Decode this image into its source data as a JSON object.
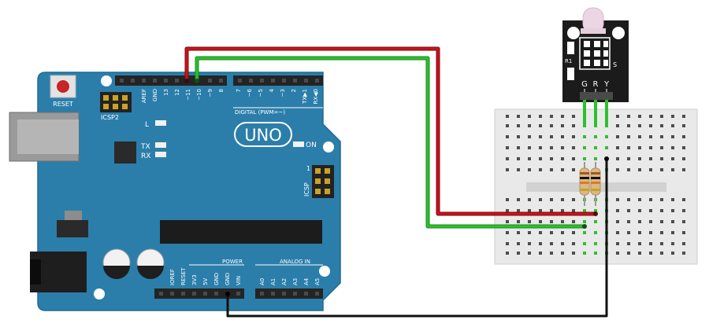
{
  "board": {
    "reset_label": "RESET",
    "icsp2_label": "ICSP2",
    "l_label": "L",
    "tx_label": "TX",
    "rx_label": "RX",
    "logo": "UNO",
    "on_label": "ON",
    "icsp_label": "ICSP",
    "icsp_pin1": "1",
    "digital_header": "DIGITAL (PWM=~)",
    "power_header": "POWER",
    "analog_header": "ANALOG IN",
    "digital_pins": [
      "AREF",
      "GND",
      "13",
      "12",
      "~11",
      "~10",
      "~9",
      "8",
      "7",
      "~6",
      "~5",
      "4",
      "~3",
      "2",
      "TX▶1",
      "RX◀0"
    ],
    "power_pins": [
      "IOREF",
      "RESET",
      "3V3",
      "5V",
      "GND",
      "GND",
      "VIN"
    ],
    "analog_pins": [
      "A0",
      "A1",
      "A2",
      "A3",
      "A4",
      "A5"
    ]
  },
  "module": {
    "pin_labels": [
      "G",
      "R",
      "Y"
    ],
    "side_s": "S",
    "side_r1": "R1"
  },
  "colors": {
    "board": "#2b7eaa",
    "wire_red": "#c8141c",
    "wire_green": "#2dc02d",
    "wire_black": "#111111",
    "breadboard": "#e9e9e9",
    "module": "#1b1b1b"
  }
}
